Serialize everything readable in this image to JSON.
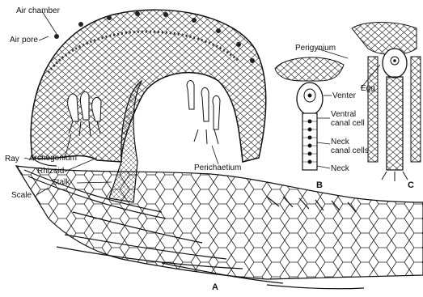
{
  "labels": {
    "air_chamber": "Air chamber",
    "air_pore": "Air pore",
    "ray": "Ray",
    "archegonium": "Archegonium",
    "rhizoid": "Rhizoid",
    "stalk": "Stalk",
    "scale": "Scale",
    "perichaetium": "Perichaetium",
    "perigynium": "Perigynium",
    "venter": "Venter",
    "egg": "Egg",
    "ventral_canal_cell": [
      "Ventral",
      "canal cell"
    ],
    "neck_canal_cells": [
      "Neck",
      "canal cells"
    ],
    "neck": "Neck"
  },
  "panels": {
    "a": "A",
    "b": "B",
    "c": "C"
  }
}
